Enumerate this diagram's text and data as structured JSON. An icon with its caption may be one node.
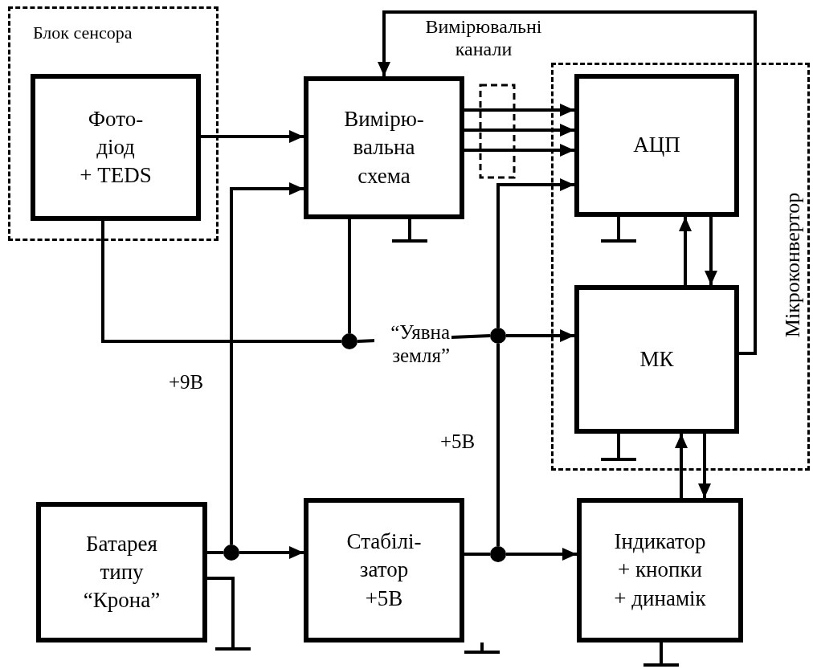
{
  "diagram": {
    "nodes": [
      {
        "text": [
          "Блок сенсора"
        ]
      },
      {
        "text": [
          "Фото- діод + TEDS"
        ],
        "in": 0
      },
      {
        "text": [
          "Вимірю- вальна схема"
        ]
      },
      {
        "text": [
          "Мікроконвертор"
        ]
      },
      {
        "text": [
          "АЦП"
        ],
        "in": 3
      },
      {
        "text": [
          "МК"
        ],
        "in": 3
      },
      {
        "text": [
          "Батарея типу “Крона”"
        ]
      },
      {
        "text": [
          "Стабілі- затор +5В"
        ]
      },
      {
        "text": [
          "Індикатор + кнопки + динамік"
        ]
      },
      {
        "text": [],
        "shape": "circle"
      },
      {
        "text": [],
        "shape": "circle"
      },
      {
        "text": [],
        "shape": "circle"
      },
      {
        "text": [],
        "shape": "circle"
      }
    ],
    "edges": [
      {
        "from": 1,
        "to": 2,
        "arrow": "to"
      },
      {
        "from": 11,
        "to": 2,
        "arrow": "to",
        "label": "+9В"
      },
      {
        "from": 6,
        "to": 11,
        "arrow": "none"
      },
      {
        "from": 11,
        "to": 7,
        "arrow": "to"
      },
      {
        "from": 7,
        "to": 12,
        "arrow": "none"
      },
      {
        "from": 12,
        "to": 8,
        "arrow": "to"
      },
      {
        "from": 12,
        "to": 10,
        "arrow": "none",
        "label": "+5В"
      },
      {
        "from": 10,
        "to": 4,
        "arrow": "to"
      },
      {
        "from": 9,
        "to": 10,
        "arrow": "none",
        "label": "“Уявна земля”"
      },
      {
        "from": 10,
        "to": 5,
        "arrow": "to"
      },
      {
        "from": 1,
        "to": 9,
        "arrow": "none"
      },
      {
        "from": 2,
        "to": 9,
        "arrow": "none"
      },
      {
        "from": 2,
        "to": 4,
        "arrow": "to"
      },
      {
        "from": 2,
        "to": 4,
        "arrow": "to"
      },
      {
        "from": 2,
        "to": 4,
        "arrow": "to"
      },
      {
        "from": 5,
        "to": 2,
        "arrow": "to"
      },
      {
        "from": 5,
        "to": 4,
        "arrow": "to"
      },
      {
        "from": 4,
        "to": 5,
        "arrow": "to"
      },
      {
        "from": 8,
        "to": 5,
        "arrow": "to"
      },
      {
        "from": 5,
        "to": 8,
        "arrow": "to"
      }
    ],
    "labels": [
      "Вимірювальні канали"
    ]
  }
}
